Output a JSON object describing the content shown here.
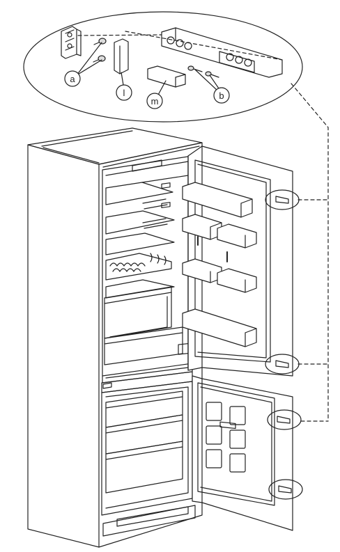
{
  "diagram": {
    "callouts": [
      {
        "id": "a",
        "label": "a"
      },
      {
        "id": "l",
        "label": "l"
      },
      {
        "id": "m",
        "label": "m"
      },
      {
        "id": "b",
        "label": "b"
      }
    ],
    "line_color": "#222222",
    "fill_color": "#ffffff",
    "accent_fill": "#e6e6e6"
  }
}
